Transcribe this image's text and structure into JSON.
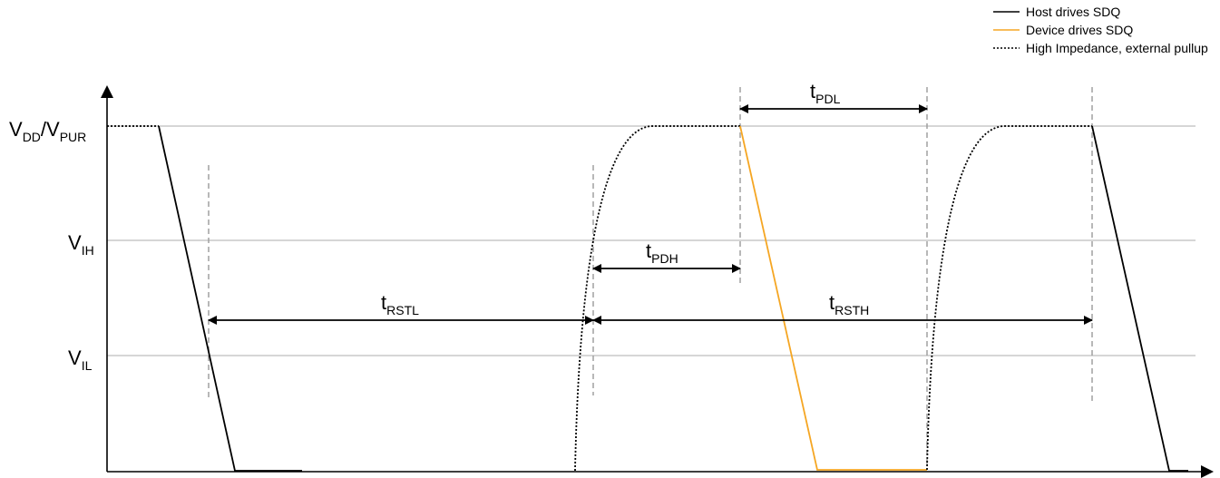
{
  "legend": [
    {
      "label": "Host drives SDQ",
      "style": "solid",
      "color": "#000000"
    },
    {
      "label": "Device drives SDQ",
      "style": "solid",
      "color": "#f5a623"
    },
    {
      "label": "High Impedance, external pullup",
      "style": "dotted",
      "color": "#000000"
    }
  ],
  "levels": {
    "vdd": {
      "main": "V",
      "sub1": "DD",
      "sep": "/V",
      "sub2": "PUR"
    },
    "vih": {
      "main": "V",
      "sub": "IH"
    },
    "vil": {
      "main": "V",
      "sub": "IL"
    }
  },
  "timings": {
    "tpdl": {
      "main": "t",
      "sub": "PDL"
    },
    "tpdh": {
      "main": "t",
      "sub": "PDH"
    },
    "trstl": {
      "main": "t",
      "sub": "RSTL"
    },
    "trsth": {
      "main": "t",
      "sub": "RSTH"
    }
  },
  "colors": {
    "host": "#000000",
    "device": "#f5a623",
    "grid": "#c8c8c8",
    "guide": "#a0a0a0"
  }
}
